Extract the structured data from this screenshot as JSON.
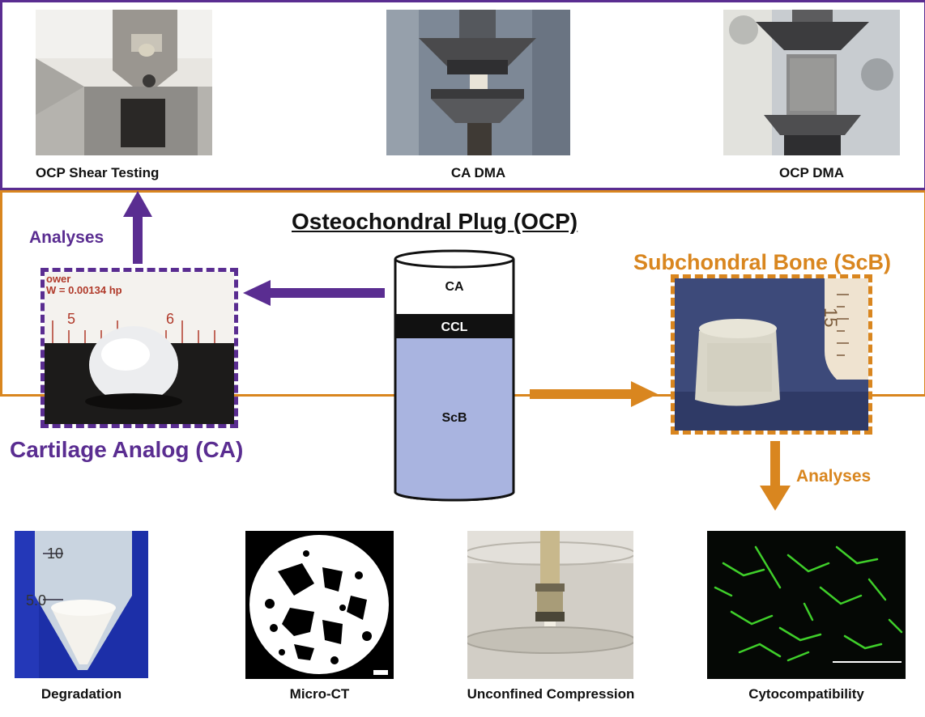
{
  "title": "Osteochondral Plug (OCP)",
  "top_panel": {
    "captions": [
      "OCP Shear Testing",
      "CA DMA",
      "OCP DMA"
    ]
  },
  "bottom_panel": {
    "captions": [
      "Degradation",
      "Micro-CT",
      "Unconfined Compression",
      "Cytocompatibility"
    ]
  },
  "left": {
    "analyses_label": "Analyses",
    "name": "Cartilage Analog (CA)",
    "ruler_text_line1": "ower",
    "ruler_text_line2": "W = 0.00134 hp",
    "ruler_num_a": "5",
    "ruler_num_b": "6"
  },
  "right": {
    "analyses_label": "Analyses",
    "name": "Subchondral Bone (ScB)",
    "ruler_num": "15"
  },
  "cylinder": {
    "layers": [
      "CA",
      "CCL",
      "ScB"
    ]
  },
  "degradation_tube": {
    "mark_top": "10",
    "mark_mid": "5.0"
  },
  "colors": {
    "purple": "#5a2d91",
    "orange": "#d9861f",
    "scb_fill": "#a9b4e0",
    "ccl_fill": "#111111"
  }
}
